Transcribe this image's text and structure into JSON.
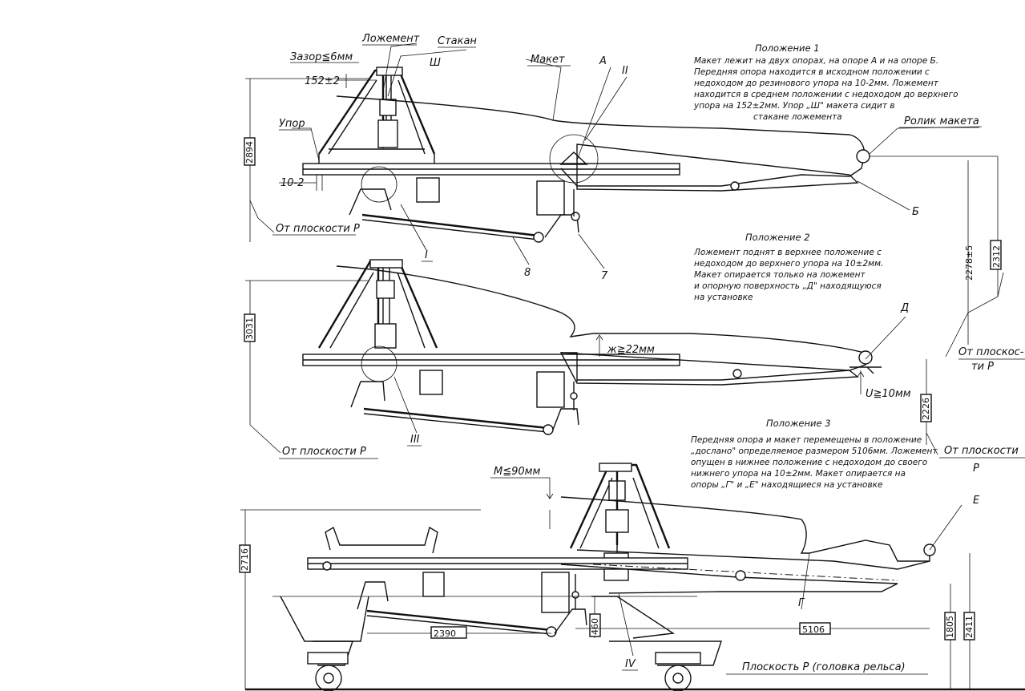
{
  "labels": {
    "lozhement": "Ложемент",
    "stakan": "Стакан",
    "maket": "Макет",
    "zazor": "Зазор≦6мм",
    "dim152": "152±2",
    "sh": "Ш",
    "upor": "Упор",
    "a": "А",
    "ii": "II",
    "rolik": "Ролик макета",
    "b": "Б",
    "dim10_2": "10-2",
    "ot_ploskosti_p_1": "От плоскости Р",
    "i": "I",
    "n8": "8",
    "n7": "7",
    "dim2894": "2894",
    "dim2278": "2278±5",
    "dim2312": "2312",
    "ot_ploskos_a": "От плоскос-",
    "ot_ploskos_b": "ти Р",
    "d": "Д",
    "zh": "ж≧22мм",
    "u": "U≧10мм",
    "dim3031": "3031",
    "iii": "III",
    "ot_ploskosti_p_2": "От плоскости Р",
    "dim2226": "2226",
    "ot_ploskosti_r_a": "От плоскости",
    "ot_ploskosti_r_b": "Р",
    "m": "M≦90мм",
    "e": "Е",
    "dim2716": "2716",
    "dim460": "460",
    "dim2390": "2390",
    "iv": "IV",
    "g": "Г",
    "dim5106": "5106",
    "dim1805": "1805",
    "dim2411": "2411",
    "ploskost": "Плоскость Р (головка рельса)"
  },
  "notes": {
    "pos1": {
      "title": "Положение 1",
      "lines": [
        "Макет лежит на двух опорах, на опоре А и на опоре Б.",
        "Передняя опора находится в исходном положении с",
        "недоходом до резинового упора  на 10-2мм. Ложемент",
        "находится в среднем положении с недоходом до верхнего",
        "упора на 152±2мм. Упор „Ш\" макета сидит в",
        "стакане  ложемента"
      ]
    },
    "pos2": {
      "title": "Положение 2",
      "lines": [
        "Ложемент  поднят в верхнее положение с",
        "недоходом до верхнего упора на 10±2мм.",
        "Макет опирается только на ложемент",
        "и опорную поверхность „Д\" находящуюся",
        "на  установке"
      ]
    },
    "pos3": {
      "title": "Положение 3",
      "lines": [
        "Передняя  опора и макет перемещены в положение",
        "„дослано\" определяемое размером 5106мм. Ложемент",
        "опущен в нижнее положение с недоходом до своего",
        "нижнего  упора  на 10±2мм. Макет опирается на",
        "опоры „Г\" и „Е\" находящиеся  на  установке"
      ]
    }
  }
}
